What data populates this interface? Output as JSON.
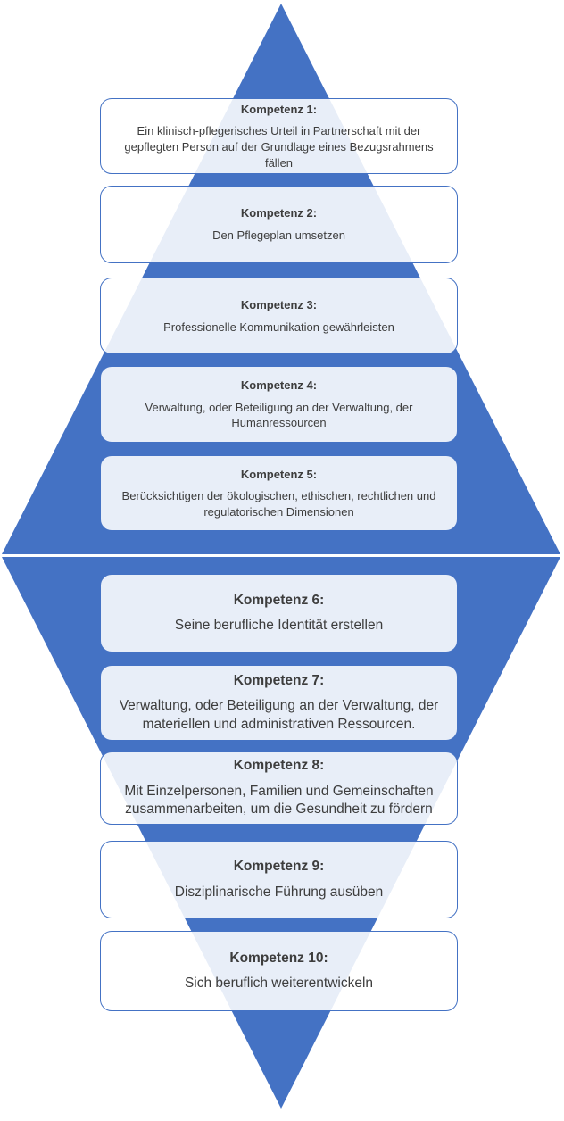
{
  "diagram": {
    "type": "diamond-competency-diagram",
    "colors": {
      "accent": "#4472C4",
      "box_border": "#4472C4",
      "box_fill_hex": "#FFFFFF",
      "box_fill_opacity": 0.88,
      "box_fill_css": "rgba(255,255,255,0.88)",
      "box_over_triangle_tint": "#E9EDF7",
      "text": "#3D3D3D",
      "divider": "#FFFFFF"
    },
    "shapes": {
      "upper_triangle": "triangle pointing up, apex top center, base at vertical middle",
      "lower_triangle": "triangle pointing down, base at vertical middle, apex bottom center"
    },
    "boxes": [
      {
        "title": "Kompetenz 1:",
        "body": "Ein klinisch-pflegerisches Urteil in Partnerschaft mit der gepflegten Person auf der Grundlage eines Bezugsrahmens fällen"
      },
      {
        "title": "Kompetenz 2:",
        "body": "Den Pflegeplan umsetzen"
      },
      {
        "title": "Kompetenz 3:",
        "body": "Professionelle Kommunikation gewährleisten"
      },
      {
        "title": "Kompetenz 4:",
        "body": "Verwaltung, oder Beteiligung an der Verwaltung, der Humanressourcen"
      },
      {
        "title": "Kompetenz 5:",
        "body": "Berücksichtigen der ökologischen, ethischen, rechtlichen und regulatorischen Dimensionen"
      },
      {
        "title": "Kompetenz 6:",
        "body": "Seine berufliche Identität erstellen"
      },
      {
        "title": "Kompetenz 7:",
        "body": "Verwaltung, oder Beteiligung an der Verwaltung, der materiellen und administrativen Ressourcen."
      },
      {
        "title": "Kompetenz 8:",
        "body": "Mit Einzelpersonen, Familien und Gemeinschaften zusammenarbeiten, um die Gesundheit zu fördern"
      },
      {
        "title": "Kompetenz 9:",
        "body": "Disziplinarische Führung ausüben"
      },
      {
        "title": "Kompetenz 10:",
        "body": "Sich beruflich weiterentwickeln"
      }
    ]
  }
}
